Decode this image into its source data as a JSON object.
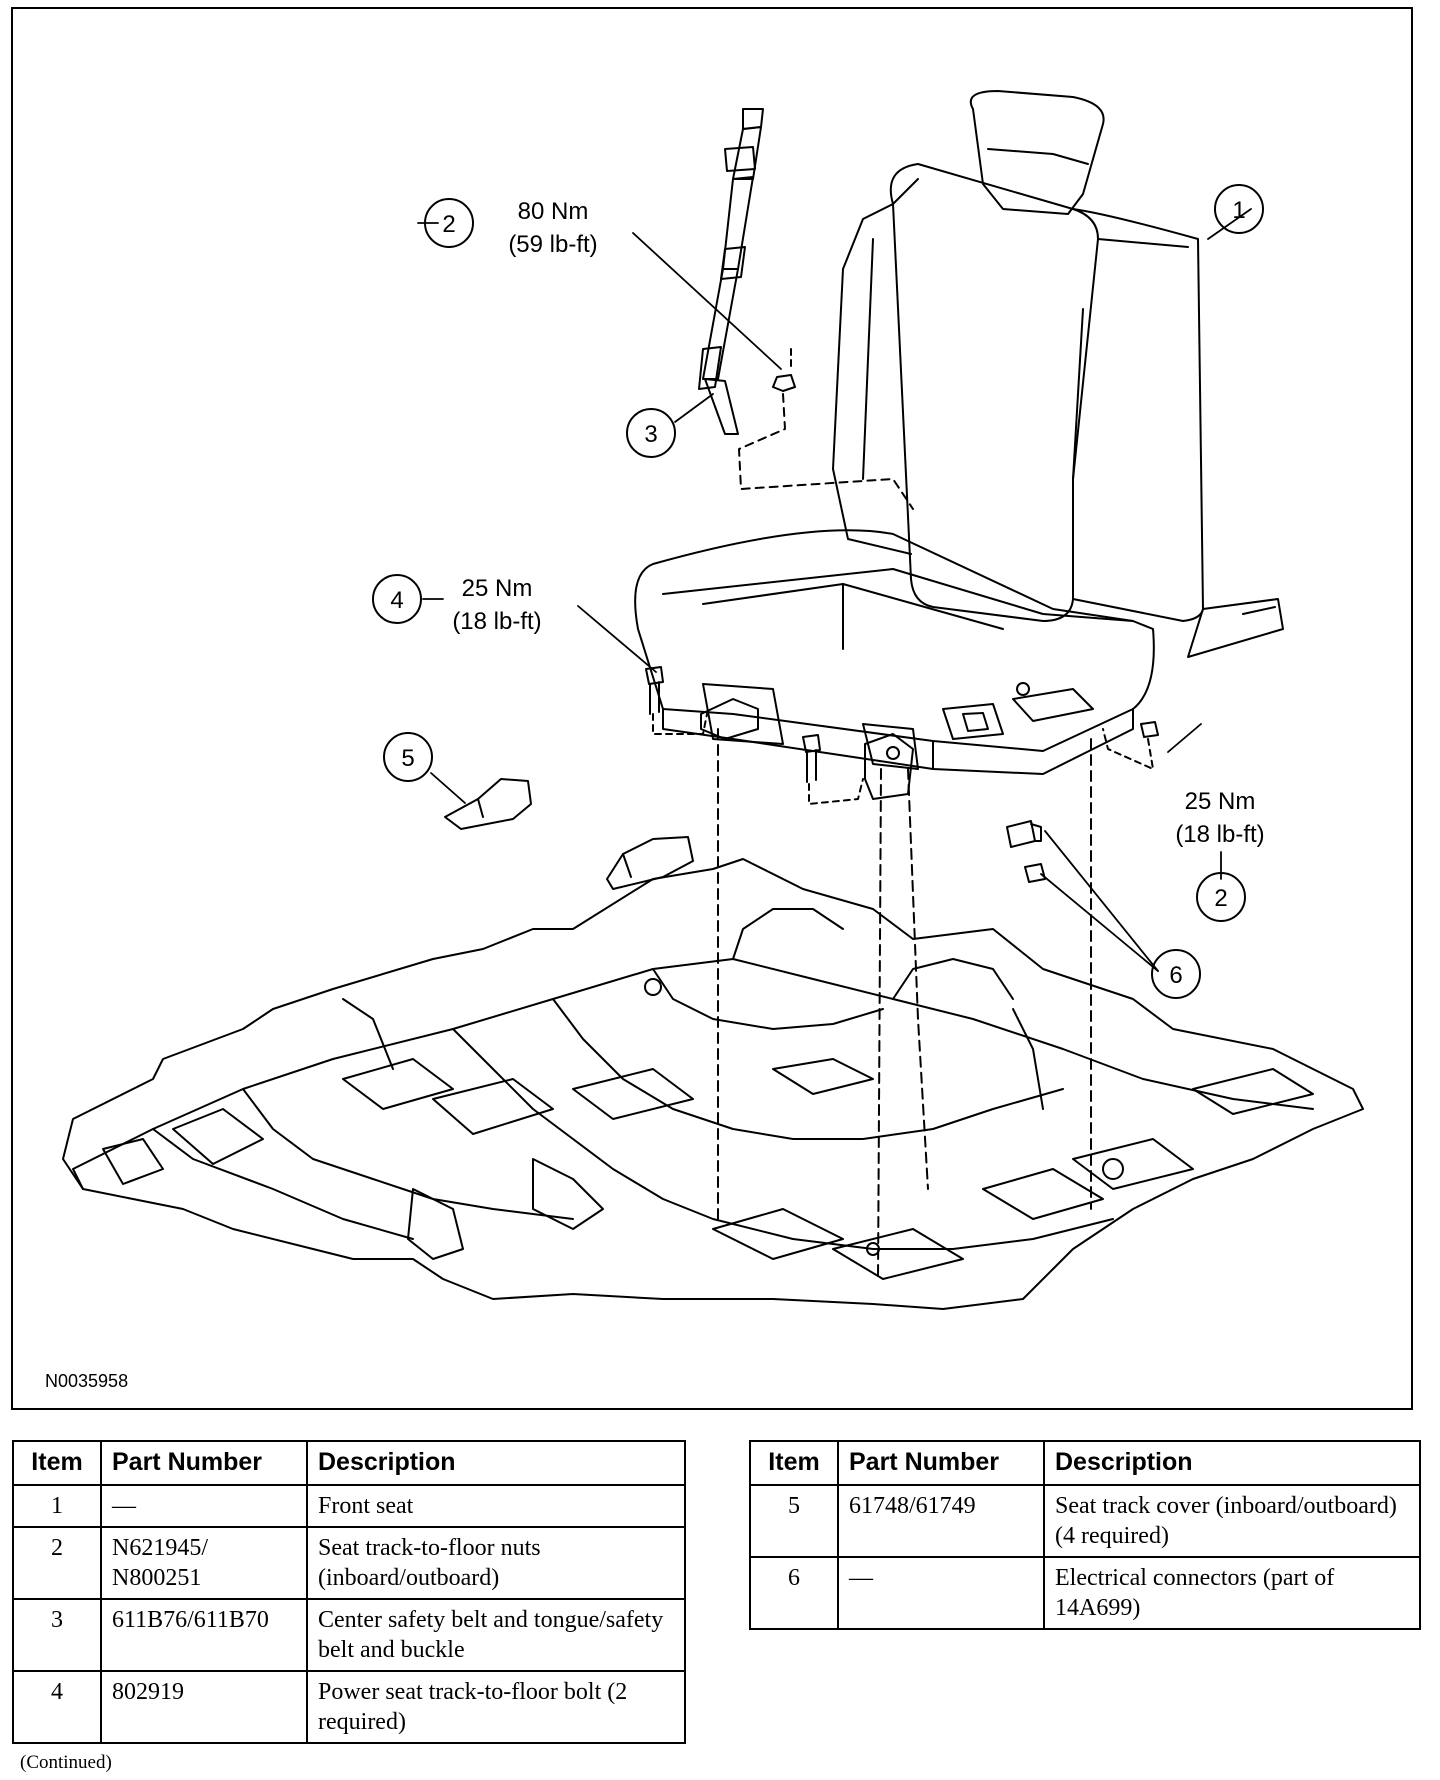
{
  "figure": {
    "id": "N0035958",
    "callouts": [
      {
        "number": "1"
      },
      {
        "number": "2",
        "torque_nm": "80 Nm",
        "torque_lbft": "(59 lb-ft)"
      },
      {
        "number": "3"
      },
      {
        "number": "4",
        "torque_nm": "25 Nm",
        "torque_lbft": "(18 lb-ft)"
      },
      {
        "number": "5"
      },
      {
        "number": "2",
        "torque_nm": "25 Nm",
        "torque_lbft": "(18 lb-ft)"
      },
      {
        "number": "6"
      }
    ]
  },
  "table_headers": {
    "item": "Item",
    "part_number": "Part Number",
    "description": "Description"
  },
  "table_left": [
    {
      "item": "1",
      "part": "—",
      "desc": "Front seat"
    },
    {
      "item": "2",
      "part": "N621945/ N800251",
      "desc": "Seat track-to-floor nuts (inboard/outboard)"
    },
    {
      "item": "3",
      "part": "611B76/611B70",
      "desc": "Center safety belt and tongue/safety belt and buckle"
    },
    {
      "item": "4",
      "part": "802919",
      "desc": "Power seat track-to-floor bolt (2 required)"
    }
  ],
  "table_right": [
    {
      "item": "5",
      "part": "61748/61749",
      "desc": "Seat track cover (inboard/outboard) (4 required)"
    },
    {
      "item": "6",
      "part": "—",
      "desc": "Electrical connectors (part of 14A699)"
    }
  ],
  "footer": {
    "continued": "(Continued)"
  }
}
